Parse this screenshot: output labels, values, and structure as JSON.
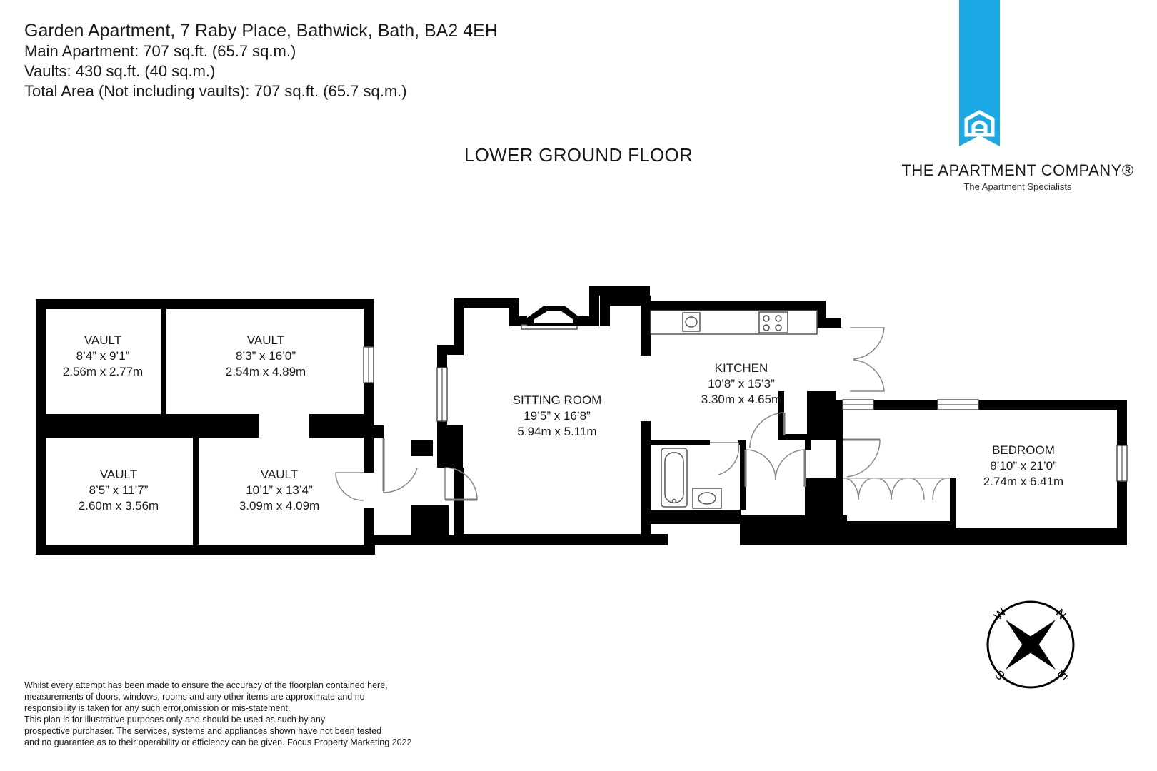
{
  "header": {
    "title": "Garden Apartment, 7 Raby Place, Bathwick, Bath, BA2 4EH",
    "main_area": "Main Apartment: 707 sq.ft. (65.7 sq.m.)",
    "vaults_area": "Vaults: 430 sq.ft. (40 sq.m.)",
    "total_area": "Total Area (Not including vaults): 707 sq.ft. (65.7 sq.m.)"
  },
  "floor_label": "LOWER GROUND FLOOR",
  "brand": {
    "company": "THE APARTMENT COMPANY®",
    "tagline": "The Apartment Specialists",
    "ribbon_color": "#1aa9e4"
  },
  "rooms": {
    "vault_1": {
      "name": "VAULT",
      "imperial": "8’4” x 9’1”",
      "metric": "2.56m x 2.77m"
    },
    "vault_2": {
      "name": "VAULT",
      "imperial": "8’3” x 16’0”",
      "metric": "2.54m x 4.89m"
    },
    "vault_3": {
      "name": "VAULT",
      "imperial": "8’5” x 11’7”",
      "metric": "2.60m x 3.56m"
    },
    "vault_4": {
      "name": "VAULT",
      "imperial": "10’1” x 13’4”",
      "metric": "3.09m x 4.09m"
    },
    "sitting_room": {
      "name": "SITTING ROOM",
      "imperial": "19’5” x 16’8”",
      "metric": "5.94m x 5.11m"
    },
    "kitchen": {
      "name": "KITCHEN",
      "imperial": "10’8” x 15’3”",
      "metric": "3.30m x 4.65m"
    },
    "bedroom": {
      "name": "BEDROOM",
      "imperial": "8’10” x 21’0”",
      "metric": "2.74m x 6.41m"
    }
  },
  "compass": {
    "n": "N",
    "e": "E",
    "s": "S",
    "w": "W"
  },
  "disclaimer": [
    "Whilst every attempt has been made to ensure the accuracy of the floorplan contained here,",
    "measurements of doors, windows, rooms and any other items are approximate and no",
    "responsibility is taken for any such error,omission or mis-statement.",
    "This plan is for illustrative purposes only and should be used as such by any",
    "prospective purchaser. The services, systems and appliances shown have not been tested",
    "and no guarantee as to their operability or efficiency can be given. Focus Property Marketing 2022"
  ]
}
